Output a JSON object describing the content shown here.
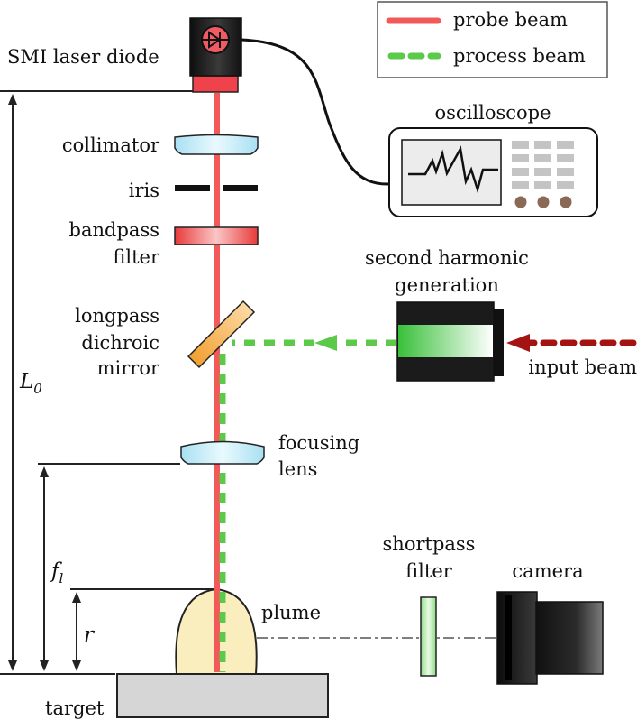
{
  "legend": {
    "probe": "probe beam",
    "process": "process beam"
  },
  "labels": {
    "smi": "SMI laser diode",
    "oscilloscope": "oscilloscope",
    "collimator": "collimator",
    "iris": "iris",
    "bandpass_1": "bandpass",
    "bandpass_2": "filter",
    "shg_1": "second harmonic",
    "shg_2": "generation",
    "longpass_1": "longpass",
    "longpass_2": "dichroic",
    "longpass_3": "mirror",
    "input_beam": "input beam",
    "focusing_1": "focusing",
    "focusing_2": "lens",
    "shortpass_1": "shortpass",
    "shortpass_2": "filter",
    "camera": "camera",
    "plume": "plume",
    "target": "target"
  },
  "symbols": {
    "L_main": "L",
    "L_sub": "0",
    "f_main": "f",
    "f_sub": "l",
    "r": "r"
  },
  "colors": {
    "probe": "#f25a5a",
    "process": "#5cc94a",
    "input": "#a51212",
    "plume": "#fbeebe",
    "target": "#d6d6d6",
    "lens": "#bfe9f7",
    "filter": "#f14a4a",
    "mirror": "#f0a030"
  },
  "icons": [
    "photodiode-icon",
    "oscilloscope-icon",
    "camera-icon"
  ]
}
